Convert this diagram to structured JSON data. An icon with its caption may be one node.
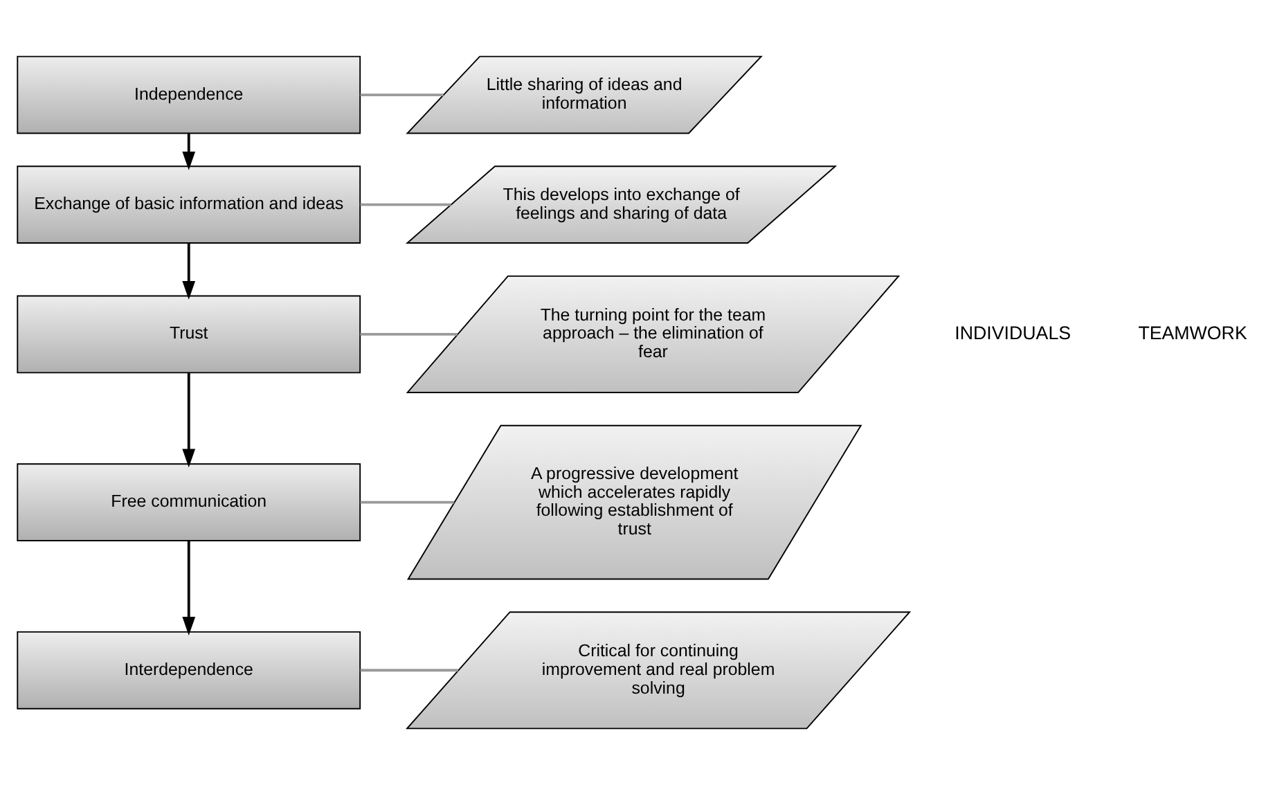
{
  "diagram": {
    "nodes": [
      {
        "text": [
          "Independence"
        ]
      },
      {
        "text": [
          "Exchange of basic information and ideas"
        ]
      },
      {
        "text": [
          "Trust"
        ]
      },
      {
        "text": [
          "Free communication"
        ]
      },
      {
        "text": [
          "Interdependence"
        ]
      },
      {
        "text": [
          "Little sharing of ideas and information"
        ]
      },
      {
        "text": [
          "This develops into exchange of feelings and sharing of data"
        ]
      },
      {
        "text": [
          "The turning point for the team approach – the elimination of fear"
        ]
      },
      {
        "text": [
          "A progressive development which accelerates rapidly following establishment of trust"
        ]
      },
      {
        "text": [
          "Critical for continuing improvement and real problem solving"
        ]
      }
    ],
    "edges": [
      {
        "from": 0,
        "to": 1,
        "arrow": "to",
        "color": "#000000"
      },
      {
        "from": 1,
        "to": 2,
        "arrow": "to",
        "color": "#000000"
      },
      {
        "from": 2,
        "to": 3,
        "arrow": "to",
        "color": "#000000"
      },
      {
        "from": 3,
        "to": 4,
        "arrow": "to",
        "color": "#000000"
      },
      {
        "from": 0,
        "to": 5,
        "arrow": "none"
      },
      {
        "from": 1,
        "to": 6,
        "arrow": "none"
      },
      {
        "from": 2,
        "to": 7,
        "arrow": "none"
      },
      {
        "from": 3,
        "to": 8,
        "arrow": "none"
      },
      {
        "from": 4,
        "to": 9,
        "arrow": "none"
      }
    ],
    "labels": [
      "INDIVIDUALS",
      "TEAMWORK"
    ]
  }
}
